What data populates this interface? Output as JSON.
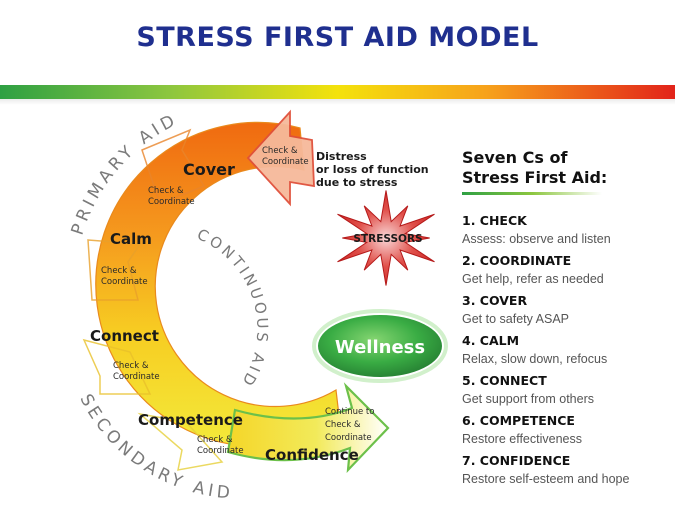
{
  "title": "STRESS FIRST AID MODEL",
  "diagram": {
    "arc_labels": {
      "primary": "PRIMARY AID",
      "continuous": "CONTINUOUS AID",
      "secondary": "SECONDARY AID"
    },
    "stages": {
      "cover": "Cover",
      "calm": "Calm",
      "connect": "Connect",
      "competence": "Competence",
      "confidence": "Confidence"
    },
    "check_coordinate": [
      "Check &",
      "Coordinate"
    ],
    "continue_label": [
      "Continue to",
      "Check &",
      "Coordinate"
    ],
    "distress_label": [
      "Distress",
      "or loss of function",
      "due to stress"
    ],
    "stressors": "STRESSORS",
    "wellness": "Wellness",
    "colors": {
      "title": "#1f2f8f",
      "orange": "#f28c1c",
      "yellow": "#f2e02a",
      "green": "#2ea043",
      "red": "#e2231a"
    }
  },
  "list": {
    "heading_line1": "Seven Cs of",
    "heading_line2": "Stress First Aid:",
    "items": [
      {
        "name": "1. CHECK",
        "desc": "Assess: observe and listen"
      },
      {
        "name": "2. COORDINATE",
        "desc": "Get help, refer as needed"
      },
      {
        "name": "3. COVER",
        "desc": "Get to safety ASAP"
      },
      {
        "name": "4. CALM",
        "desc": "Relax, slow down, refocus"
      },
      {
        "name": "5. CONNECT",
        "desc": "Get support from others"
      },
      {
        "name": "6. COMPETENCE",
        "desc": "Restore effectiveness"
      },
      {
        "name": "7. CONFIDENCE",
        "desc": "Restore self-esteem and hope"
      }
    ]
  }
}
